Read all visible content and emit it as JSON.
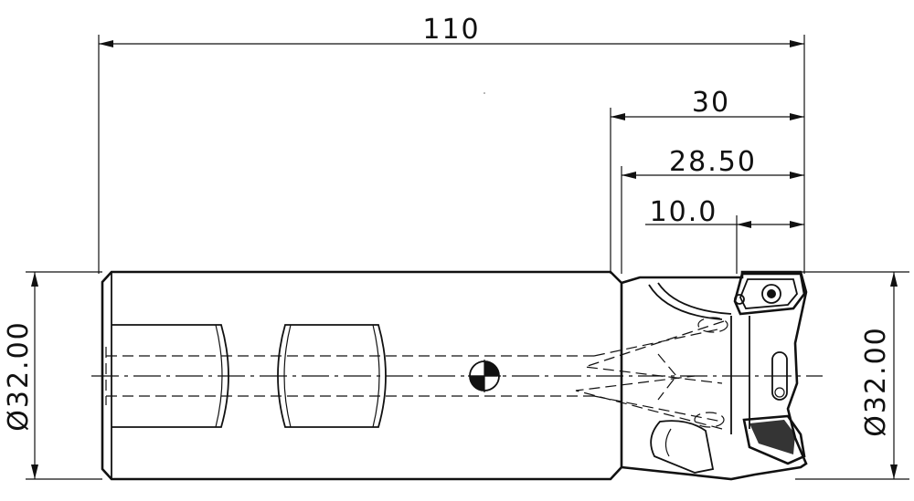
{
  "dimensions": {
    "overall_length": "110",
    "head_length": "30",
    "body_length": "28.50",
    "insert_length": "10.0",
    "left_diameter": "Ø32.00",
    "right_diameter": "Ø32.00"
  },
  "colors": {
    "line": "#111111",
    "background": "#ffffff"
  }
}
